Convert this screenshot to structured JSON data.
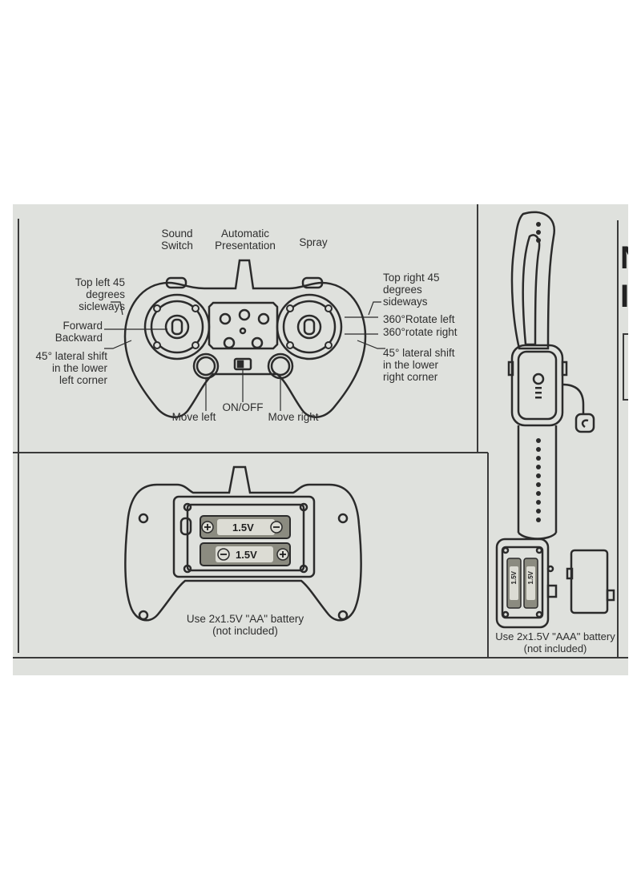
{
  "remote": {
    "labels": {
      "sound_switch": "Sound\nSwitch",
      "automatic_presentation": "Automatic\nPresentation",
      "spray": "Spray",
      "top_left": "Top left 45\ndegrees\nsicleways",
      "forward_backward": "Forward\nBackward",
      "lateral_left": "45° lateral shift\nin the lower\nleft corner",
      "top_right": "Top right 45\ndegrees\nsideways",
      "rotate_left": "360°Rotate left",
      "rotate_right": "360°rotate right",
      "lateral_right": "45° lateral shift\nin the lower\nright corner",
      "move_left": "Move left",
      "on_off": "ON/OFF",
      "move_right": "Move right"
    }
  },
  "battery_remote": {
    "cell_label": "1.5V",
    "caption": "Use 2x1.5V \"AA\" battery\n(not included)"
  },
  "watch": {
    "cell_label": "1.5V",
    "caption": "Use 2x1.5V \"AAA\" battery\n(not included)",
    "cut_text_1": "N",
    "cut_text_2": "I"
  },
  "colors": {
    "paper": "#dfe1dd",
    "ink": "#2b2b2b",
    "battery": "#8b8b80"
  }
}
